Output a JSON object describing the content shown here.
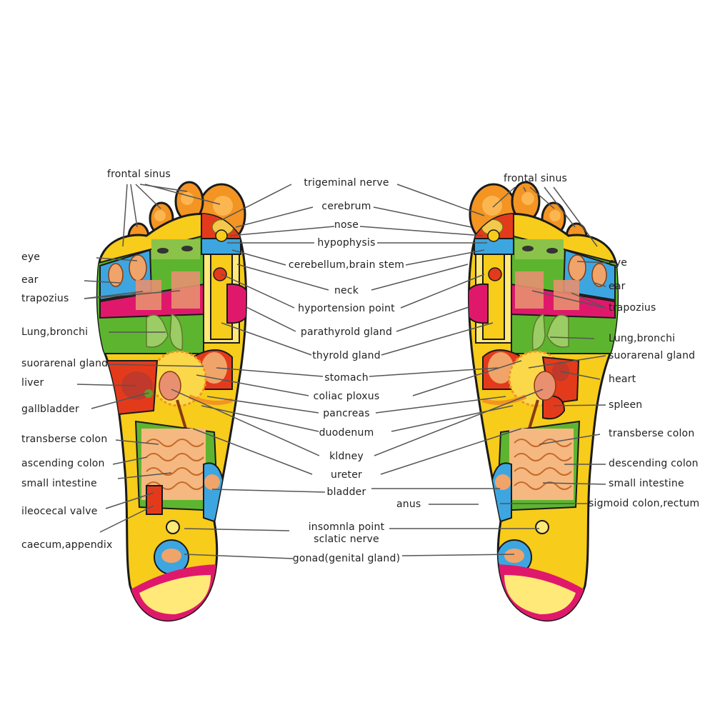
{
  "labels": {
    "left_side": {
      "frontal_sinus": "frontal sinus",
      "eye": "eye",
      "ear": "ear",
      "trapozius": "trapozius",
      "lung_bronchi": "Lung,bronchi",
      "suprarenal_gland": "suorarenal gland",
      "liver": "liver",
      "gallbladder": "gallbladder",
      "transverse_colon": "transberse colon",
      "ascending_colon": "ascending colon",
      "small_intestine": "small intestine",
      "ileocecal_valve": "ileocecal valve",
      "caecum_appendix": "caecum,appendix"
    },
    "center": {
      "trigeminal_nerve": "trigeminal nerve",
      "cerebrum": "cerebrum",
      "nose": "nose",
      "hypophysis": "hypophysis",
      "cerebellum": "cerebellum,brain stem",
      "neck": "neck",
      "hypertension_point": "hyportension point",
      "parathyroid_gland": "parathyrold gland",
      "thyroid_gland": "thyrold gland",
      "stomach": "stomach",
      "coeliac_plexus": "coliac ploxus",
      "pancreas": "pancreas",
      "duodenum": "duodenum",
      "kidney": "kldney",
      "ureter": "ureter",
      "bladder": "bladder",
      "insomnia_point": "insomnla point",
      "sciatic_nerve": "sclatic nerve",
      "gonad": "gonad(genital gland)"
    },
    "right_side": {
      "frontal_sinus": "frontal sinus",
      "eye": "eye",
      "ear": "ear",
      "trapozius": "trapozius",
      "lung_bronchi": "Lung,bronchi",
      "suprarenal_gland": "suorarenal gland",
      "heart": "heart",
      "spleen": "spleen",
      "transverse_colon": "transberse colon",
      "descending_colon": "descending colon",
      "small_intestine": "small intestine",
      "anus": "anus",
      "sigmoid_colon": "sigmoid colon,rectum"
    }
  },
  "colors": {
    "foot_yellow": "#F7CC1A",
    "zone_green": "#5DB52F",
    "zone_magenta": "#E0186C",
    "zone_orange": "#F39423",
    "zone_red": "#E43A1C",
    "zone_blue": "#3DA6E0",
    "zone_lightyellow": "#FFE978",
    "outline": "#1a1a1a",
    "leader_line": "#555555",
    "label_text": "#222222"
  }
}
